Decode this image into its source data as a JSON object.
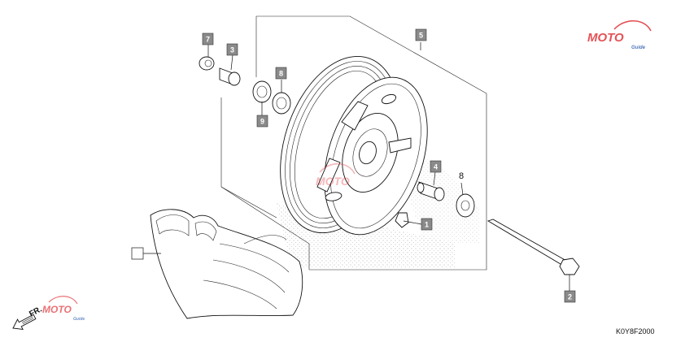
{
  "labels": {
    "part1": "1",
    "part2": "2",
    "part3": "3",
    "part4": "4",
    "part5": "5",
    "part7": "7",
    "part8_top": "8",
    "part8_right": "8",
    "part9": "9"
  },
  "diagram_code": "K0Y8F2000",
  "direction": "FR.",
  "watermark": {
    "brand": "MOTO",
    "sub": "Guide"
  },
  "colors": {
    "tag_fill": "#8a8a8a",
    "watermark_red": "#e0343a",
    "watermark_blue": "#2f5fae"
  }
}
